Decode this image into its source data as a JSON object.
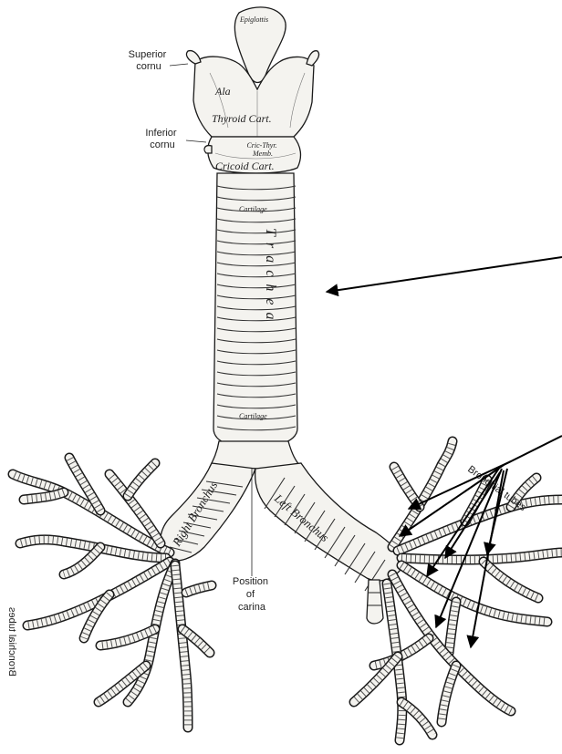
{
  "labels": {
    "epiglottis": "Epiglottis",
    "superior_cornu": [
      "Superior",
      "cornu"
    ],
    "inferior_cornu": [
      "Inferior",
      "cornu"
    ],
    "ala": "Ala",
    "thyroid": "Thyroid Cart.",
    "crico_thyr": [
      "Cric-Thyr.",
      "Memb."
    ],
    "cricoid": "Cricoid Cart.",
    "cartilage_top": "Cartilage",
    "cartilage_bottom": "Cartilage",
    "trachea": "Trachea",
    "right_bronchus": "Right Bronchus",
    "left_bronchus": "Left Bronchus",
    "carina": [
      "Position",
      "of",
      "carina"
    ],
    "bronchial_tubes_right": "Bronchial tubes",
    "bronchial_tubes_left": "Bronchial tubes"
  }
}
